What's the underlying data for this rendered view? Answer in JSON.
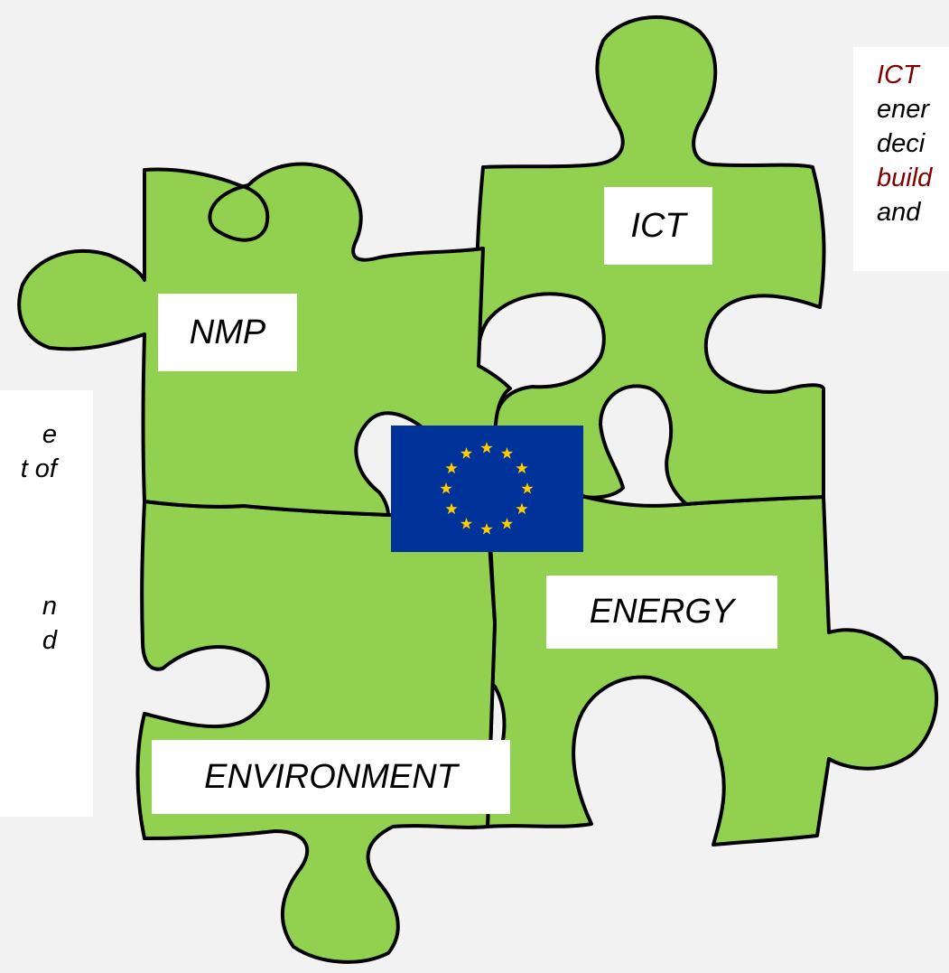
{
  "labels": {
    "nmp": "NMP",
    "ict": "ICT",
    "energy": "ENERGY",
    "environment": "ENVIRONMENT"
  },
  "callout_right": {
    "lines": [
      {
        "parts": [
          {
            "text": "ICT",
            "highlight": true
          }
        ]
      },
      {
        "parts": [
          {
            "text": "ener",
            "highlight": false
          }
        ]
      },
      {
        "parts": [
          {
            "text": "deci",
            "highlight": false
          }
        ]
      },
      {
        "parts": [
          {
            "text": "build",
            "highlight": true
          }
        ]
      },
      {
        "parts": [
          {
            "text": "and",
            "highlight": false
          }
        ]
      }
    ]
  },
  "callout_left": {
    "lines": [
      "e",
      "t of",
      "",
      "",
      "",
      "n",
      "d"
    ]
  },
  "colors": {
    "piece_fill": "#92d050",
    "piece_stroke": "#000000",
    "flag_blue": "#003399",
    "flag_star": "#ffcc00",
    "highlight_text": "#7f0000",
    "background": "#f2f2f2"
  }
}
